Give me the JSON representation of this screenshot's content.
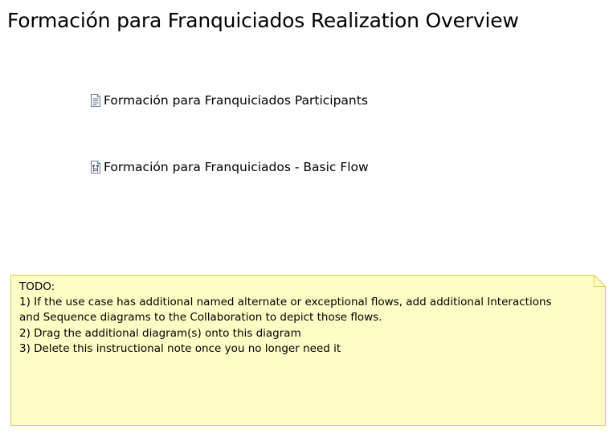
{
  "diagram": {
    "title": "Formación para Franquiciados Realization Overview"
  },
  "links": [
    {
      "label": "Formación para Franquiciados Participants",
      "icon": "class-diagram-icon"
    },
    {
      "label": "Formación para Franquiciados - Basic Flow",
      "icon": "sequence-diagram-icon"
    }
  ],
  "note": {
    "lines": [
      "TODO:",
      "1) If the use case has additional named alternate or exceptional flows, add additional Interactions",
      "and Sequence diagrams to the Collaboration to depict those flows.",
      "2) Drag the additional diagram(s) onto this diagram",
      "3) Delete this instructional note once you no longer need it"
    ],
    "fill_color": "#fdfdc5",
    "border_color": "#e3c84a"
  }
}
